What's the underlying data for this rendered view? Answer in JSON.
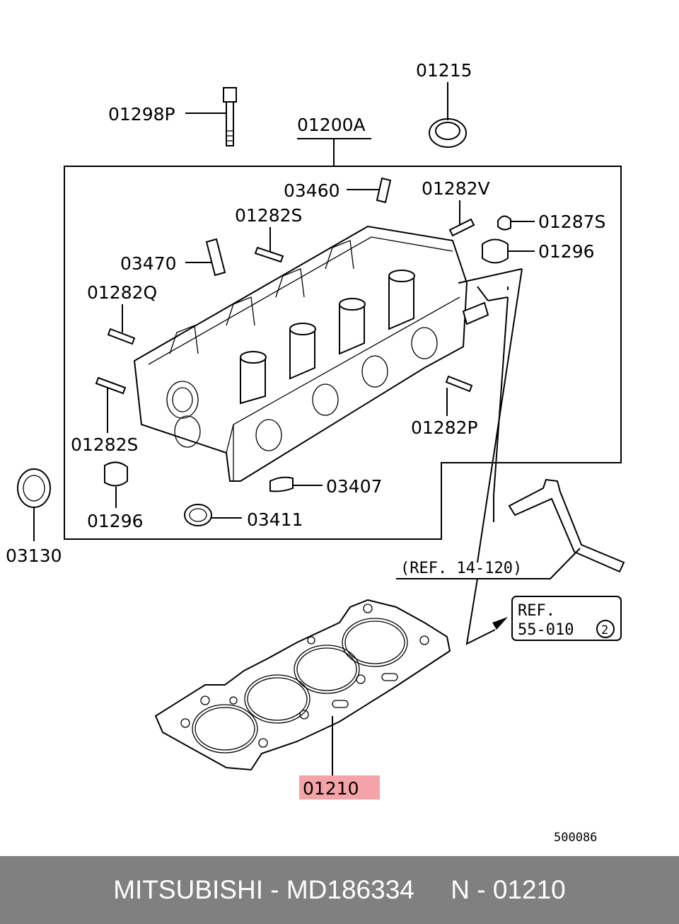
{
  "labels": {
    "l01215": "01215",
    "l01298P": "01298P",
    "l01200A": "01200A",
    "l03460": "03460",
    "l01282V": "01282V",
    "l01282S_top": "01282S",
    "l01287S": "01287S",
    "l03470": "03470",
    "l01296_right": "01296",
    "l01282Q": "01282Q",
    "l01282P": "01282P",
    "l01282S_bottom": "01282S",
    "l03407": "03407",
    "l01296_left": "01296",
    "l03411": "03411",
    "l03130": "03130",
    "l01210": "01210"
  },
  "refs": {
    "hose_ref": "(REF. 14-120)",
    "box_line1": "REF.",
    "box_line2": "55-010",
    "box_circle": "2"
  },
  "catalog_code": "500086",
  "highlight_color": "#f4a3a8",
  "footer": {
    "text": "MITSUBISHI - MD186334     N - 01210"
  }
}
